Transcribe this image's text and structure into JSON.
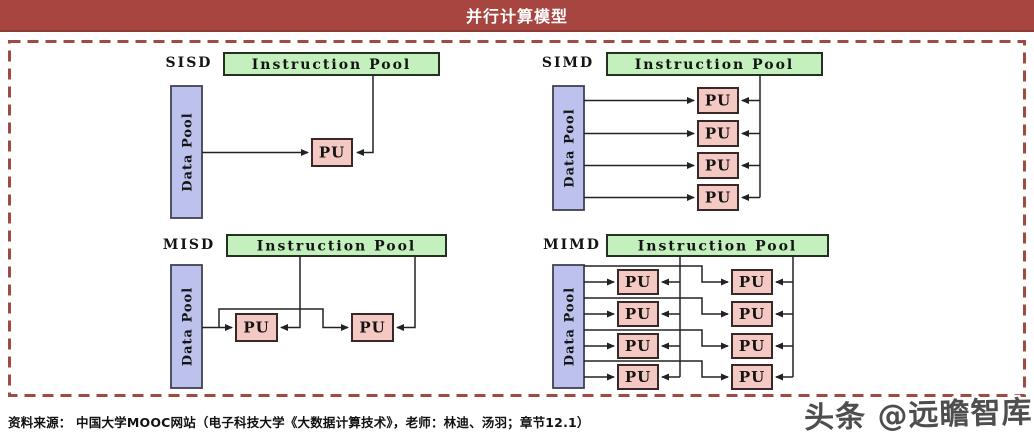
{
  "header": {
    "title": "并行计算模型",
    "bg_color": "#a74540",
    "text_color": "#ffffff"
  },
  "diagram": {
    "shared": {
      "instruction_pool_label": "Instruction Pool",
      "data_pool_label": "Data Pool",
      "pu_label": "PU"
    },
    "quadrants": [
      {
        "label": "SISD",
        "pu_count": 1
      },
      {
        "label": "SIMD",
        "pu_count": 4
      },
      {
        "label": "MISD",
        "pu_count": 2
      },
      {
        "label": "MIMD",
        "pu_count": 8
      }
    ],
    "colors": {
      "instruction_pool_fill": "#c3f0bd",
      "data_pool_fill": "#bcc2ed",
      "pu_fill": "#f4c8c3",
      "line": "#222222",
      "frame_dash": "#9e4c42"
    }
  },
  "footer": {
    "source_text": "资料来源： 中国大学MOOC网站（电子科技大学《大数据计算技术》，老师：林迪、汤羽；章节12.1）"
  },
  "watermark": {
    "text": "头条 @远瞻智库"
  }
}
